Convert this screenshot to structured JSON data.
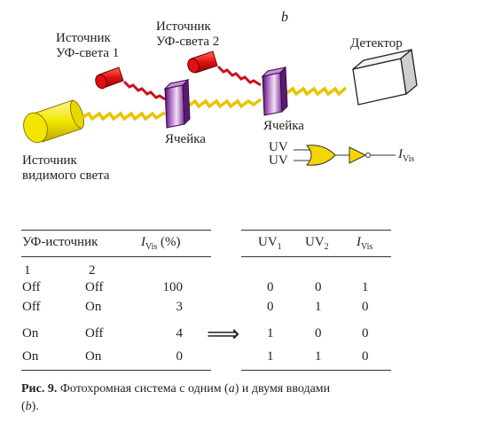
{
  "diagram": {
    "panel_label": "b",
    "uv_source_1": [
      "Источник",
      "УФ-света 1"
    ],
    "uv_source_2": [
      "Источник",
      "УФ-света 2"
    ],
    "detector": "Детектор",
    "cell_1": "Ячейка",
    "cell_2": "Ячейка",
    "visible_source": [
      "Источник",
      "видимого света"
    ],
    "gate_input_1": "UV",
    "gate_input_2": "UV",
    "gate_output": "I",
    "gate_output_sub": "Vis",
    "colors": {
      "source_body": "#f2e600",
      "uv_lamp": "#e01010",
      "cell": "#8a2ca0",
      "beam": "#e8c400",
      "detector": "#ffffff"
    }
  },
  "left_table": {
    "header_source": "УФ-источник",
    "header_ivis": "I",
    "header_ivis_sub": "Vis",
    "header_ivis_unit": " (%)",
    "sub_headers": [
      "1",
      "2"
    ],
    "rows": [
      [
        "Off",
        "Off",
        "100"
      ],
      [
        "Off",
        "On",
        "3"
      ],
      [
        "On",
        "Off",
        "4"
      ],
      [
        "On",
        "On",
        "0"
      ]
    ]
  },
  "arrow": "⟹",
  "right_table": {
    "headers": [
      {
        "main": "UV",
        "sub": "1"
      },
      {
        "main": "UV",
        "sub": "2"
      },
      {
        "main": "I",
        "sub": "Vis"
      }
    ],
    "rows": [
      [
        "0",
        "0",
        "1"
      ],
      [
        "0",
        "1",
        "0"
      ],
      [
        "1",
        "0",
        "0"
      ],
      [
        "1",
        "1",
        "0"
      ]
    ]
  },
  "caption": {
    "label": "Рис. 9.",
    "text_1": " Фотохромная система с одним (",
    "a": "a",
    "text_2": ") и двумя вводами",
    "text_3": "(",
    "b": "b",
    "text_4": ")."
  }
}
